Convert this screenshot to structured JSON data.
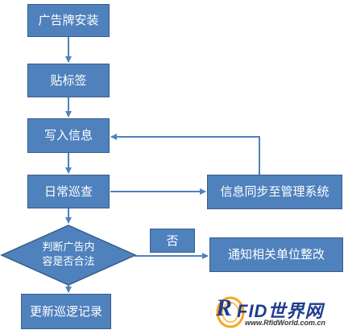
{
  "nodes": {
    "install": "广告牌安装",
    "stick_label": "贴标签",
    "write_info": "写入信息",
    "daily_patrol": "日常巡查",
    "sync_system": "信息同步至管理系统",
    "judge_line1": "判断广告内",
    "judge_line2": "容是否合法",
    "no_label": "否",
    "notify_unit": "通知相关单位整改",
    "update_record": "更新巡逻记录"
  },
  "colors": {
    "box_fill": "#4f81bd",
    "box_border": "#385d8a",
    "arrow": "#4f81bd"
  },
  "logo": {
    "text": "FID世界网",
    "url": "www.RfidWorld.com.cn"
  }
}
